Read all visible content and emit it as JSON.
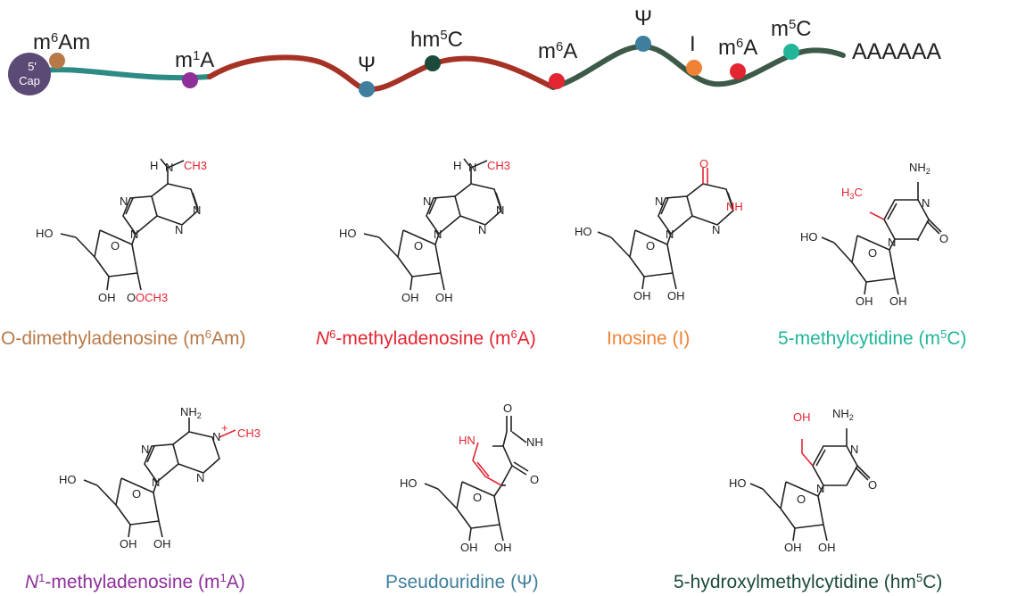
{
  "mrna": {
    "cap_line1": "5'",
    "cap_line2": "Cap",
    "tail": "AAAAAA",
    "marks": [
      {
        "base": "m",
        "sup": "6",
        "rest": "Am",
        "color": "#b87948"
      },
      {
        "base": "m",
        "sup": "1",
        "rest": "A",
        "color": "#8e2f9a"
      },
      {
        "base": "Ψ",
        "sup": "",
        "rest": "",
        "color": "#3f7f9d"
      },
      {
        "base": "hm",
        "sup": "5",
        "rest": "C",
        "color": "#1c4a3d"
      },
      {
        "base": "m",
        "sup": "6",
        "rest": "A",
        "color": "#e32532"
      },
      {
        "base": "Ψ",
        "sup": "",
        "rest": "",
        "color": "#3f7f9d"
      },
      {
        "base": "I",
        "sup": "",
        "rest": "",
        "color": "#f08235"
      },
      {
        "base": "m",
        "sup": "6",
        "rest": "A",
        "color": "#e32532"
      },
      {
        "base": "m",
        "sup": "5",
        "rest": "C",
        "color": "#22b59a"
      }
    ],
    "colors": {
      "cap": "#5b4a76",
      "teal": "#2e8a85",
      "red": "#a63225",
      "dark": "#3d5a48"
    }
  },
  "atoms": {
    "h": "H",
    "n": "N",
    "nh": "NH",
    "hn": "HN",
    "nh2": "NH2",
    "ch3": "CH3",
    "h3c": "H3C",
    "o": "O",
    "ho": "HO",
    "oh": "OH",
    "och3": "OCH3",
    "plus": "+"
  },
  "captions": [
    {
      "pre": "",
      "pre_italic": "",
      "text": "-O-dimethyladenosine (m",
      "sup": "6",
      "post": "Am)",
      "color": "#b87948"
    },
    {
      "pre": "",
      "pre_italic": "N",
      "text": "-methyladenosine (m",
      "sup": "6",
      "post": "A)",
      "color": "#e32532",
      "pre_sup": "6"
    },
    {
      "pre": "",
      "pre_italic": "",
      "text": "Inosine (I)",
      "sup": "",
      "post": "",
      "color": "#f08235"
    },
    {
      "pre": "",
      "pre_italic": "",
      "text": "5-methylcytidine (m",
      "sup": "5",
      "post": "C)",
      "color": "#22b59a"
    },
    {
      "pre": "",
      "pre_italic": "N",
      "text": "-methyladenosine (m",
      "sup": "1",
      "post": "A)",
      "color": "#8e2f9a",
      "pre_sup": "1"
    },
    {
      "pre": "",
      "pre_italic": "",
      "text": "Pseudouridine (Ψ)",
      "sup": "",
      "post": "",
      "color": "#3f7f9d"
    },
    {
      "pre": "",
      "pre_italic": "",
      "text": "5-hydroxylmethylcytidine (hm",
      "sup": "5",
      "post": "C)",
      "color": "#1c4a3d"
    }
  ]
}
